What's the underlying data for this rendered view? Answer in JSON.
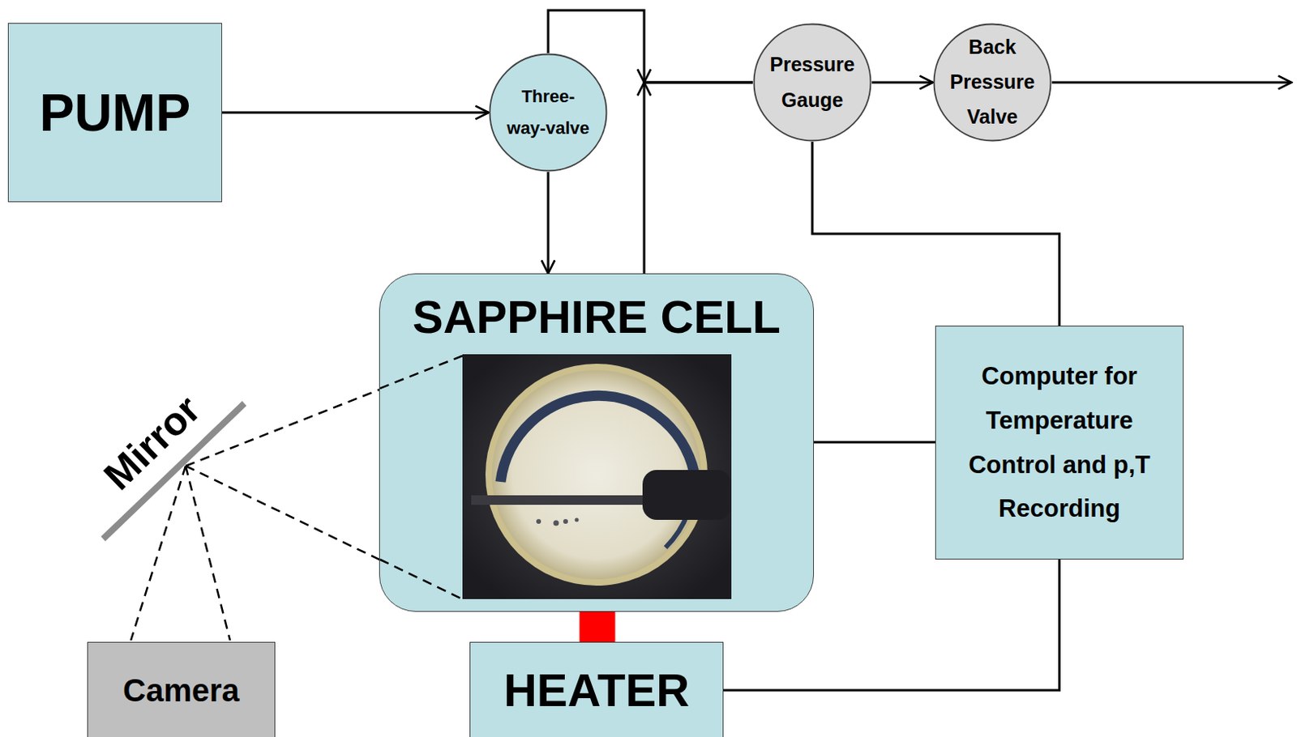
{
  "diagram": {
    "nodes": [
      {
        "text": [
          "PUMP"
        ]
      },
      {
        "text": [
          "Three-way-valve"
        ]
      },
      {
        "text": [
          "Pressure Gauge"
        ]
      },
      {
        "text": [
          "Back Pressure Valve"
        ]
      },
      {
        "text": [
          "SAPPHIRE CELL"
        ]
      },
      {
        "text": [
          "Computer for Temperature Control and p,T Recording"
        ]
      },
      {
        "text": [
          "Camera"
        ]
      },
      {
        "text": [
          "HEATER"
        ]
      }
    ],
    "edges": [
      {
        "from": 0,
        "to": 1,
        "arrow": "to"
      },
      {
        "from": 1,
        "to": 4,
        "arrow": "to"
      },
      {
        "from": 1,
        "to": 2,
        "arrow": "to"
      },
      {
        "from": 4,
        "to": 2,
        "arrow": "to"
      },
      {
        "from": 2,
        "to": 3,
        "arrow": "to"
      },
      {
        "from": 2,
        "to": 5,
        "arrow": "none"
      },
      {
        "from": 4,
        "to": 5,
        "arrow": "none"
      },
      {
        "from": 7,
        "to": 5,
        "arrow": "none"
      },
      {
        "from": 4,
        "to": 7,
        "arrow": "none"
      }
    ],
    "labels": [
      "Mirror"
    ]
  }
}
